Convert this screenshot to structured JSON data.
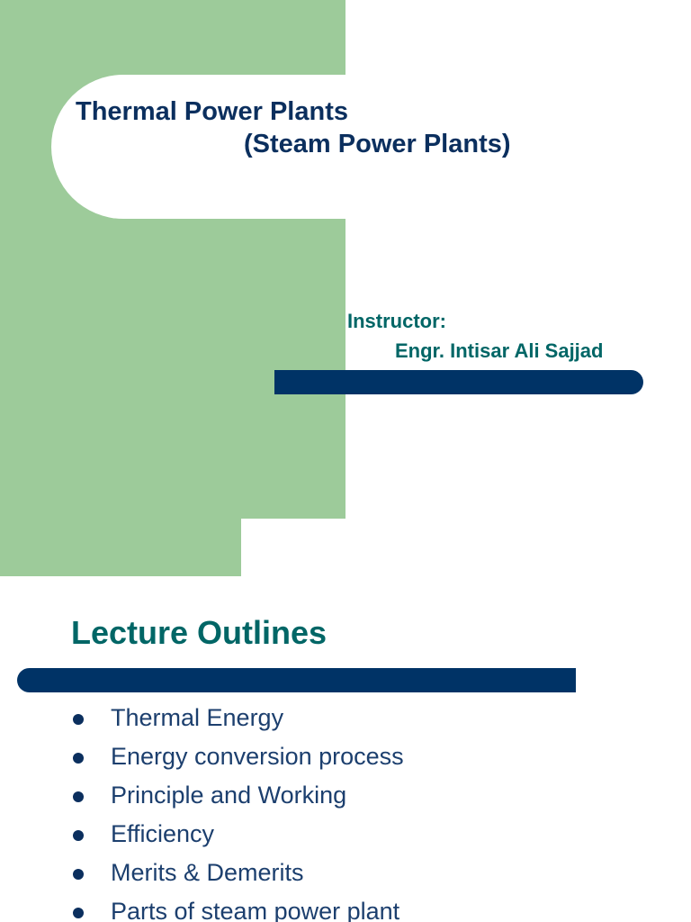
{
  "colors": {
    "green": "#9dcb9a",
    "navy": "#003366",
    "title_blue": "#0b2f5e",
    "teal": "#006666",
    "text": "#1c3f6e"
  },
  "slide1": {
    "title_line1": "Thermal Power Plants",
    "title_line2": "(Steam Power Plants)",
    "instructor_label": "Instructor:",
    "instructor_name": "Engr. Intisar Ali Sajjad"
  },
  "slide2": {
    "title": "Lecture Outlines",
    "bullet_icon": "bullet-dot-icon",
    "bullets": [
      "Thermal Energy",
      "Energy conversion process",
      "Principle and Working",
      "Efficiency",
      "Merits & Demerits",
      "Parts of steam power plant"
    ]
  }
}
